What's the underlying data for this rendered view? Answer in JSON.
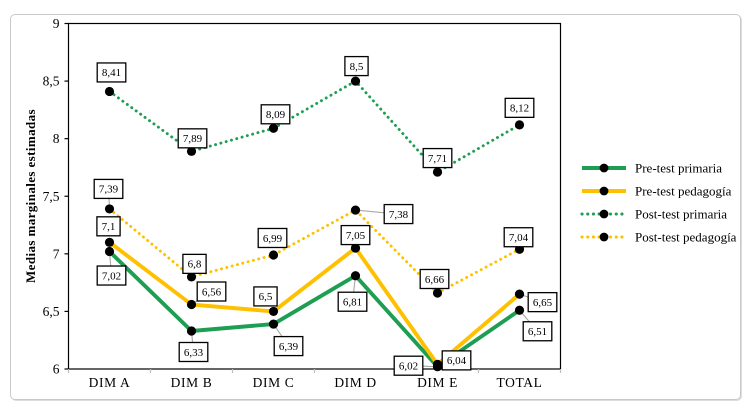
{
  "figure": {
    "background": "#ffffff",
    "border_color": "#c9c9c9"
  },
  "chart_data": {
    "type": "line",
    "title": "",
    "ylabel": "Medias marginales estimadas",
    "xlabel": "",
    "categories": [
      "DIM A",
      "DIM B",
      "DIM C",
      "DIM D",
      "DIM E",
      "TOTAL"
    ],
    "ylim": [
      6,
      9
    ],
    "ytick_step": 0.5,
    "ytick_labels": [
      "6",
      "6,5",
      "7",
      "7,5",
      "8",
      "8,5",
      "9"
    ],
    "grid": false,
    "legend_position": "right-center",
    "axis_color": "#000000",
    "x_tick_color": "#bdbdbd",
    "leader_color": "#a8a8a8",
    "marker_color": "#000000",
    "label_box": {
      "fill": "#ffffff",
      "border": "#000000"
    },
    "series": [
      {
        "name": "Pre-test primaria",
        "color": "#1e9e52",
        "line_style": "solid",
        "values": [
          7.02,
          6.33,
          6.39,
          6.81,
          6.02,
          6.51
        ],
        "point_labels": [
          "7,02",
          "6,33",
          "6,39",
          "6,81",
          "6,02",
          "6,51"
        ],
        "label_offsets": [
          [
            2,
            24,
            1
          ],
          [
            2,
            21,
            1
          ],
          [
            15,
            22,
            1
          ],
          [
            -3,
            26,
            1
          ],
          [
            -29,
            -1,
            1
          ],
          [
            18,
            21,
            1
          ]
        ]
      },
      {
        "name": "Pre-test pedagogía",
        "color": "#ffc000",
        "line_style": "solid",
        "values": [
          7.1,
          6.56,
          6.5,
          7.05,
          6.04,
          6.65
        ],
        "point_labels": [
          "7,1",
          "6,56",
          "6,5",
          "7,05",
          "6,04",
          "6,65"
        ],
        "label_offsets": [
          [
            -1,
            -16,
            0
          ],
          [
            20,
            -13,
            1
          ],
          [
            -8,
            -15,
            0
          ],
          [
            0,
            -13,
            0
          ],
          [
            19,
            -4,
            1
          ],
          [
            23,
            8,
            1
          ]
        ]
      },
      {
        "name": "Post-test primaria",
        "color": "#1e9e52",
        "line_style": "dotted",
        "values": [
          8.41,
          7.89,
          8.09,
          8.5,
          7.71,
          8.12
        ],
        "point_labels": [
          "8,41",
          "7,89",
          "8,09",
          "8,5",
          "7,71",
          "8,12"
        ],
        "label_offsets": [
          [
            2,
            -19,
            0
          ],
          [
            1,
            -13,
            0
          ],
          [
            2,
            -14,
            0
          ],
          [
            1,
            -15,
            0
          ],
          [
            0,
            -14,
            0
          ],
          [
            0,
            -17,
            0
          ]
        ]
      },
      {
        "name": "Post-test pedagogía",
        "color": "#ffc000",
        "line_style": "dotted",
        "values": [
          7.39,
          6.8,
          6.99,
          7.38,
          6.66,
          7.04
        ],
        "point_labels": [
          "7,39",
          "6,8",
          "6,99",
          "7,38",
          "6,66",
          "7,04"
        ],
        "label_offsets": [
          [
            -1,
            -20,
            1
          ],
          [
            3,
            -13,
            0
          ],
          [
            -1,
            -17,
            0
          ],
          [
            43,
            4,
            1
          ],
          [
            -3,
            -14,
            0
          ],
          [
            -1,
            -12,
            0
          ]
        ]
      }
    ]
  }
}
